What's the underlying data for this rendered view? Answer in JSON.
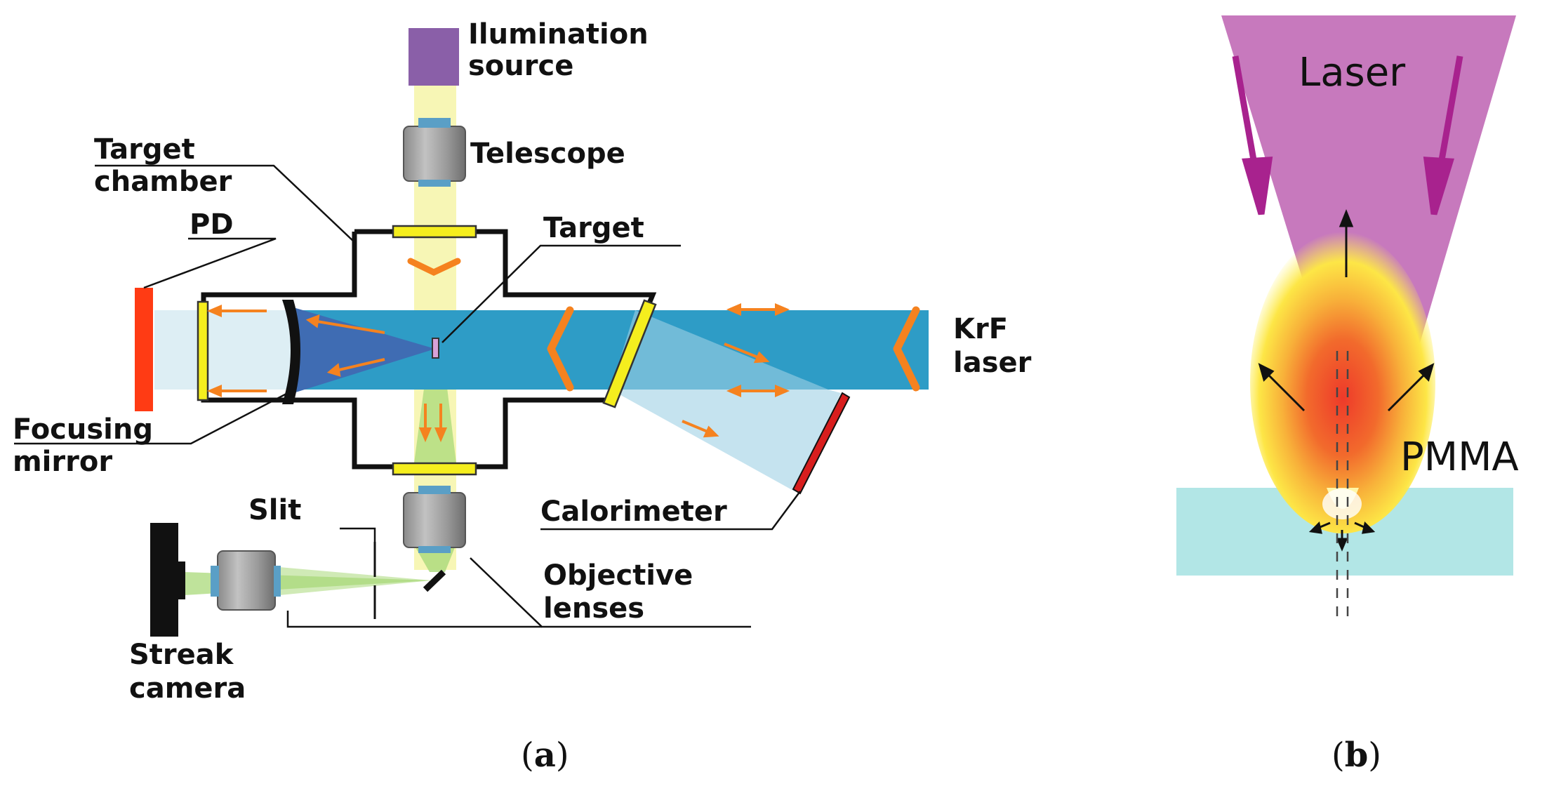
{
  "panel_a": {
    "labels": {
      "illumination_1": "Ilumination",
      "illumination_2": "source",
      "telescope": "Telescope",
      "target_chamber_1": "Target",
      "target_chamber_2": "chamber",
      "pd": "PD",
      "target": "Target",
      "krf_1": "KrF",
      "krf_2": "laser",
      "focusing_1": "Focusing",
      "focusing_2": "mirror",
      "calorimeter": "Calorimeter",
      "slit": "Slit",
      "objective_1": "Objective",
      "objective_2": "lenses",
      "streak_1": "Streak",
      "streak_2": "camera"
    },
    "caption": {
      "open": "(",
      "letter": "a",
      "close": ")"
    }
  },
  "panel_b": {
    "labels": {
      "laser": "Laser",
      "pmma": "PMMA"
    },
    "caption": {
      "open": "(",
      "letter": "b",
      "close": ")"
    }
  },
  "colors": {
    "laser_beam": "#2e9cc6",
    "illumination_beam": "#f6f4a8",
    "illumination_source": "#8a5fa8",
    "optic_yellow": "#f5ee1e",
    "arrow_orange": "#f5821f",
    "pd_red": "#ff3b14",
    "calorimeter_red": "#d81e1e",
    "laser_cone": "#c779bd",
    "cone_arrow": "#a8228e",
    "pmma_block": "#b2e6e6",
    "plume_core": "#ee3a2a"
  }
}
